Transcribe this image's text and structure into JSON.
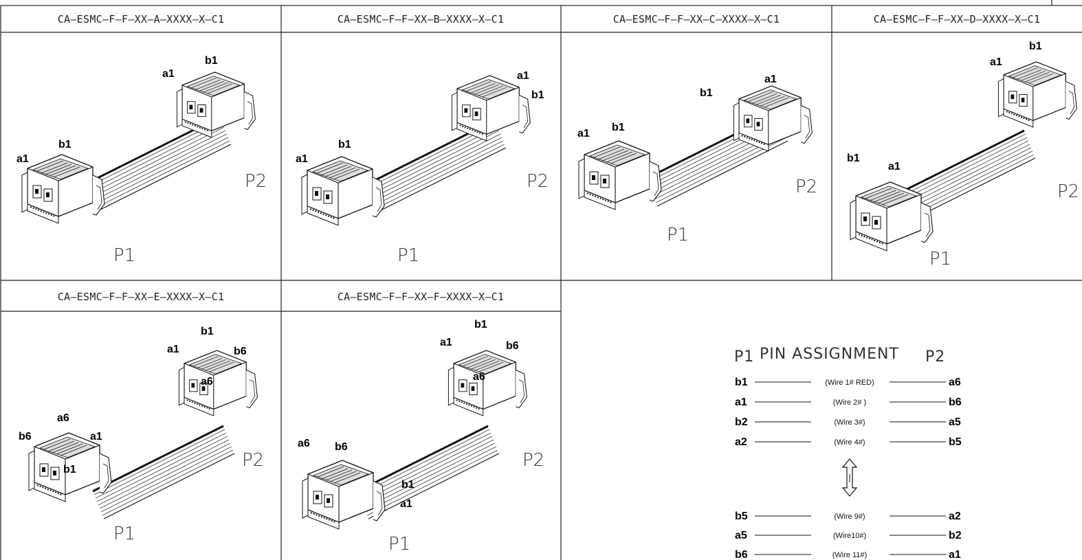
{
  "panels": [
    {
      "header": "CA–ESMC–F–F–XX–A–XXXX–X–C1",
      "p1": "P1",
      "p2": "P2",
      "pins": [
        "b1",
        "a1",
        "b1",
        "a1"
      ]
    },
    {
      "header": "CA–ESMC–F–F–XX–B–XXXX–X–C1",
      "p1": "P1",
      "p2": "P2",
      "pins": [
        "a1",
        "b1",
        "b1",
        "a1"
      ]
    },
    {
      "header": "CA–ESMC–F–F–XX–C–XXXX–X–C1",
      "p1": "P1",
      "p2": "P2",
      "pins": [
        "a1",
        "b1",
        "a1",
        "b1"
      ]
    },
    {
      "header": "CA–ESMC–F–F–XX–D–XXXX–X–C1",
      "p1": "P1",
      "p2": "P2",
      "pins": [
        "b1",
        "a1",
        "b1",
        "a1"
      ]
    },
    {
      "header": "CA–ESMC–F–F–XX–E–XXXX–X–C1",
      "p1": "P1",
      "p2": "P2",
      "pins": [
        "b1",
        "a1",
        "b6",
        "a6",
        "a6",
        "b6",
        "a1",
        "b1"
      ]
    },
    {
      "header": "CA–ESMC–F–F–XX–F–XXXX–X–C1",
      "p1": "P1",
      "p2": "P2",
      "pins": [
        "b1",
        "a1",
        "b6",
        "a6",
        "a6",
        "b6",
        "b1",
        "a1"
      ]
    }
  ],
  "pin_assignment": {
    "left_title": "P1",
    "title": "PIN ASSIGNMENT",
    "right_title": "P2",
    "rows_top": [
      {
        "left": "b1",
        "wire": "(Wire 1# RED)",
        "right": "a6"
      },
      {
        "left": "a1",
        "wire": "(Wire 2# )",
        "right": "b6"
      },
      {
        "left": "b2",
        "wire": "(Wire 3#)",
        "right": "a5"
      },
      {
        "left": "a2",
        "wire": "(Wire 4#)",
        "right": "b5"
      }
    ],
    "rows_bottom": [
      {
        "left": "b5",
        "wire": "(Wire 9#)",
        "right": "a2"
      },
      {
        "left": "a5",
        "wire": "(Wire10#)",
        "right": "b2"
      },
      {
        "left": "b6",
        "wire": "(Wire 11#)",
        "right": "a1"
      }
    ]
  }
}
